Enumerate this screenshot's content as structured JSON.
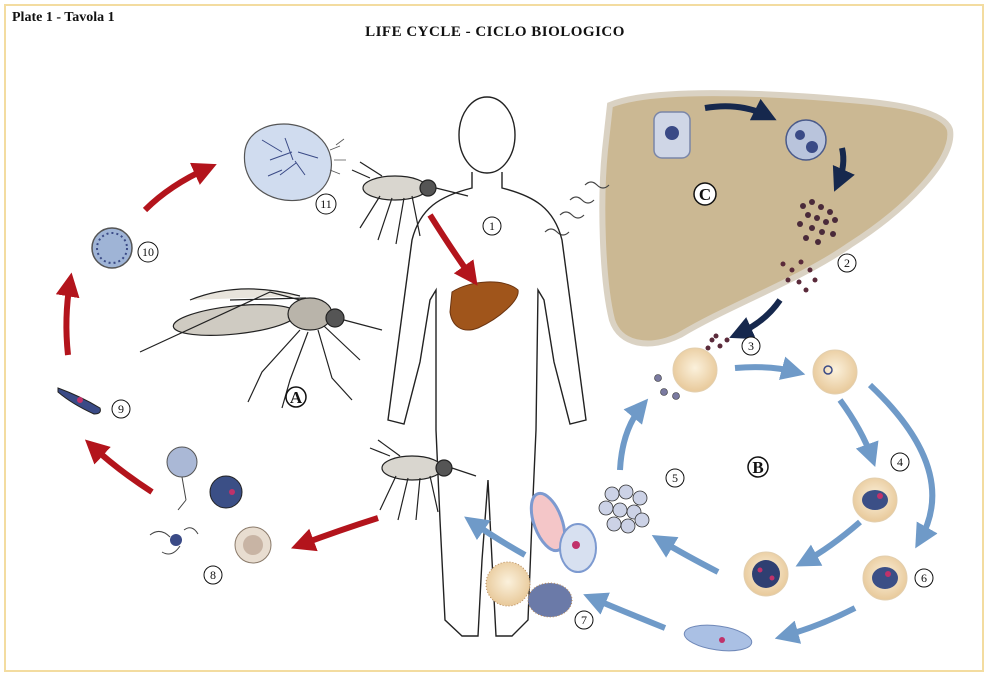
{
  "plate_label": "Plate 1 - Tavola 1",
  "title": "LIFE CYCLE - CICLO BIOLOGICO",
  "phase_labels": {
    "A": "A",
    "B": "B",
    "C": "C"
  },
  "stage_numbers": {
    "s1": "1",
    "s2": "2",
    "s3": "3",
    "s4": "4",
    "s5": "5",
    "s6": "6",
    "s7": "7",
    "s8": "8",
    "s9": "9",
    "s10": "10",
    "s11": "11"
  },
  "colors": {
    "red_arrow": "#b3141c",
    "blue_arrow": "#6f9ac8",
    "navy_arrow": "#16284d",
    "liver": "#c9b58e",
    "small_liver": "#a0551b",
    "cell": "#f6e6c8",
    "parasite": "#3a4a86",
    "frame": "#f3dca0"
  }
}
